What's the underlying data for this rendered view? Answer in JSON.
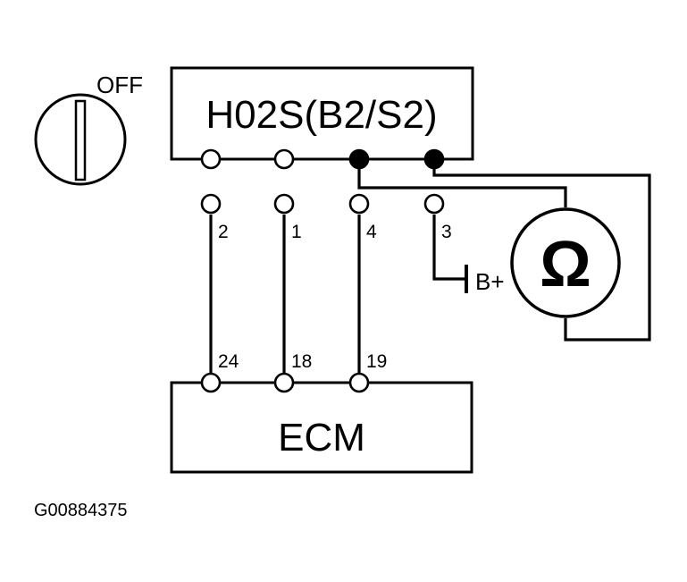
{
  "ignition": {
    "state_label": "OFF"
  },
  "sensor": {
    "label": "H02S(B2/S2)",
    "pins": [
      "2",
      "1",
      "4",
      "3"
    ]
  },
  "ecm": {
    "label": "ECM",
    "pins": [
      "24",
      "18",
      "19"
    ]
  },
  "battery": {
    "label": "B+"
  },
  "meter": {
    "symbol": "Ω"
  },
  "figure_code": "G00884375"
}
